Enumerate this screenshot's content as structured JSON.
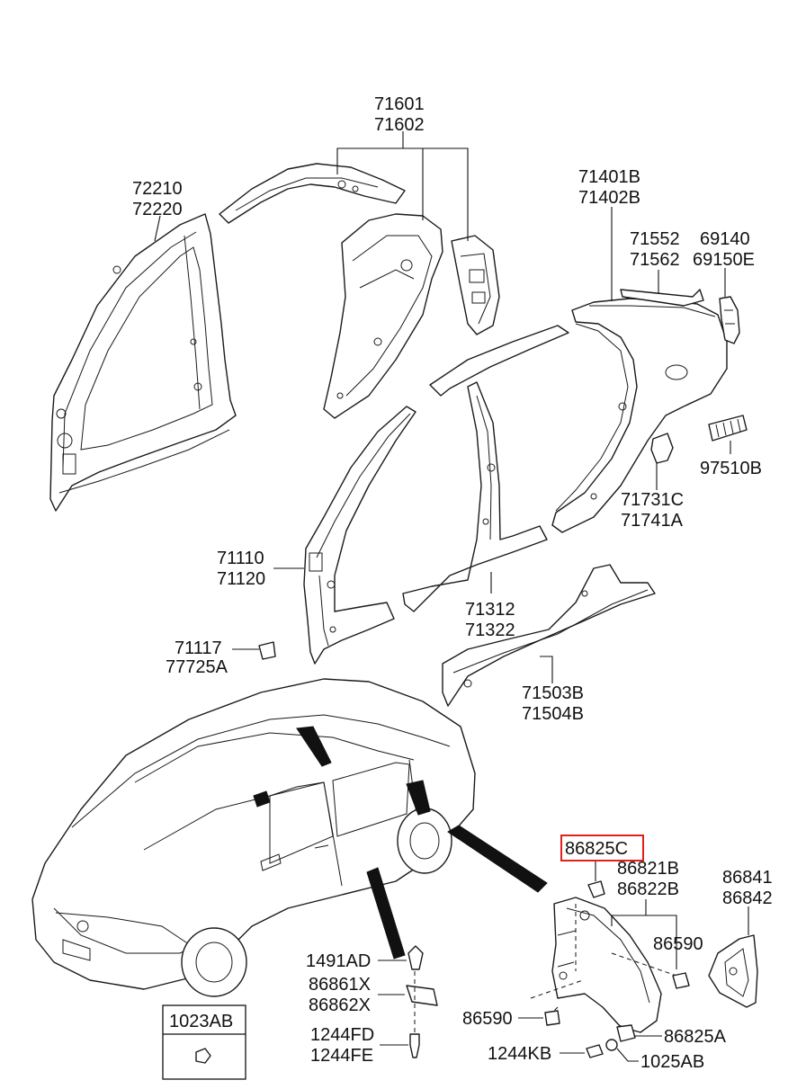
{
  "highlight_label": "86825C",
  "labels": {
    "l71601": "71601",
    "l71602": "71602",
    "l72210": "72210",
    "l72220": "72220",
    "l71401B": "71401B",
    "l71402B": "71402B",
    "l71552": "71552",
    "l71562": "71562",
    "l69140": "69140",
    "l69150E": "69150E",
    "l97510B": "97510B",
    "l71731C": "71731C",
    "l71741A": "71741A",
    "l71110": "71110",
    "l71120": "71120",
    "l71312": "71312",
    "l71322": "71322",
    "l71117": "71117",
    "l77725A": "77725A",
    "l71503B": "71503B",
    "l71504B": "71504B",
    "l86825C": "86825C",
    "l86821B": "86821B",
    "l86822B": "86822B",
    "l86841": "86841",
    "l86842": "86842",
    "l86590a": "86590",
    "l86590b": "86590",
    "l86825A": "86825A",
    "l1244KB": "1244KB",
    "l1025AB": "1025AB",
    "l1491AD": "1491AD",
    "l86861X": "86861X",
    "l86862X": "86862X",
    "l1244FD": "1244FD",
    "l1244FE": "1244FE",
    "l1023AB": "1023AB"
  }
}
